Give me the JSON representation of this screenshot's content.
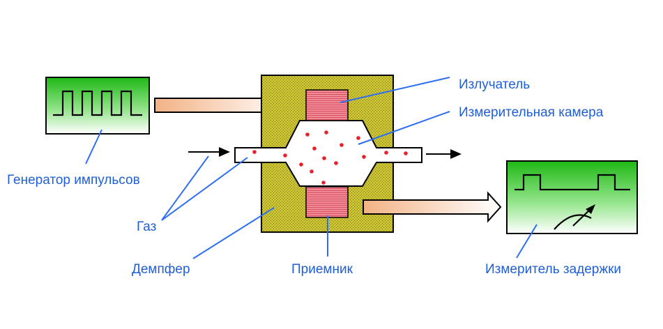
{
  "labels": {
    "emitter": "Излучатель",
    "chamber": "Измерительная камера",
    "generator": "Генератор импульсов",
    "gas": "Газ",
    "damper": "Демпфер",
    "receiver": "Приемник",
    "delay_meter": "Измеритель задержки"
  },
  "colors": {
    "label_text": "#1f5fd6",
    "leader_line": "#2e6ff2",
    "damper_fill": "#c9c12e",
    "transducer_fill": "#ef7b8a",
    "particle": "#e8202a",
    "instrument_gradient_top": "#22c01a",
    "instrument_gradient_bottom": "#ffffff"
  },
  "icons": {
    "pulse_waveform": "square-wave-icon",
    "delay_waveform": "delayed-pulse-icon",
    "gauge": "dial-gauge-icon"
  }
}
